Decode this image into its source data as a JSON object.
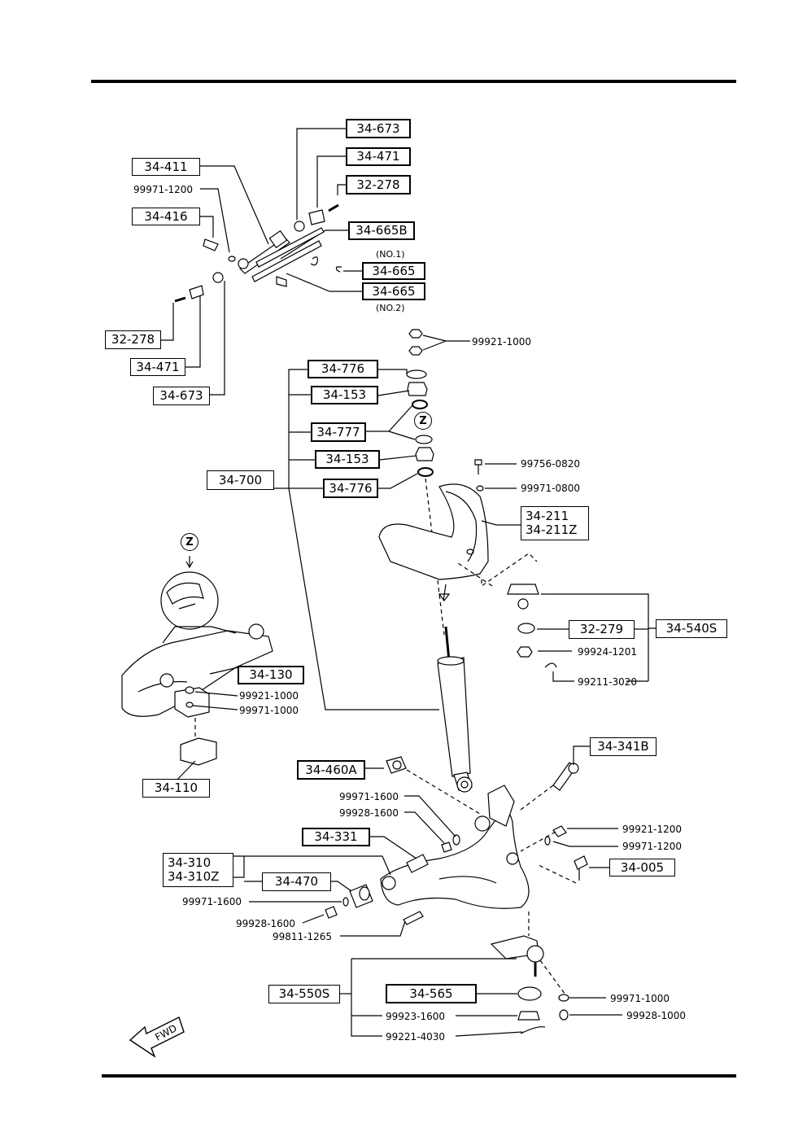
{
  "callouts": {
    "c34_673_top": "34-673",
    "c34_471_top": "34-471",
    "c32_278_top": "32-278",
    "c34_411": "34-411",
    "c34_416": "34-416",
    "c34_665b": "34-665B",
    "c34_665_no1": "34-665",
    "c34_665_no2": "34-665",
    "c32_278_left": "32-278",
    "c34_471_left": "34-471",
    "c34_673_left": "34-673",
    "c34_776_top": "34-776",
    "c34_153_top": "34-153",
    "c34_777": "34-777",
    "c34_153_bot": "34-153",
    "c34_776_bot": "34-776",
    "c34_700": "34-700",
    "c34_211_a": "34-211",
    "c34_211_b": "34-211Z",
    "c32_279": "32-279",
    "c34_540s": "34-540S",
    "c34_130": "34-130",
    "c34_110": "34-110",
    "c34_341b": "34-341B",
    "c34_460a": "34-460A",
    "c34_331": "34-331",
    "c34_310_a": "34-310",
    "c34_310_b": "34-310Z",
    "c34_470": "34-470",
    "c34_005": "34-005",
    "c34_550s": "34-550S",
    "c34_565": "34-565"
  },
  "part_numbers": {
    "p99971_1200": "99971-1200",
    "p99921_1000_top": "99921-1000",
    "p99756_0820": "99756-0820",
    "p99971_0800": "99971-0800",
    "p99924_1201": "99924-1201",
    "p99211_3020": "99211-3020",
    "p99921_1000_mid": "99921-1000",
    "p99971_1000_mid": "99971-1000",
    "p99971_1600_a": "99971-1600",
    "p99928_1600_a": "99928-1600",
    "p99921_1200": "99921-1200",
    "p99971_1200_r": "99971-1200",
    "p99971_1600_b": "99971-1600",
    "p99928_1600_b": "99928-1600",
    "p99811_1265": "99811-1265",
    "p99971_1000_bot": "99971-1000",
    "p99923_1600": "99923-1600",
    "p99928_1000": "99928-1000",
    "p99221_4030": "99221-4030"
  },
  "notes": {
    "no1": "(NO.1)",
    "no2": "(NO.2)"
  },
  "markers": {
    "z": "Z"
  },
  "fwd": "FWD"
}
